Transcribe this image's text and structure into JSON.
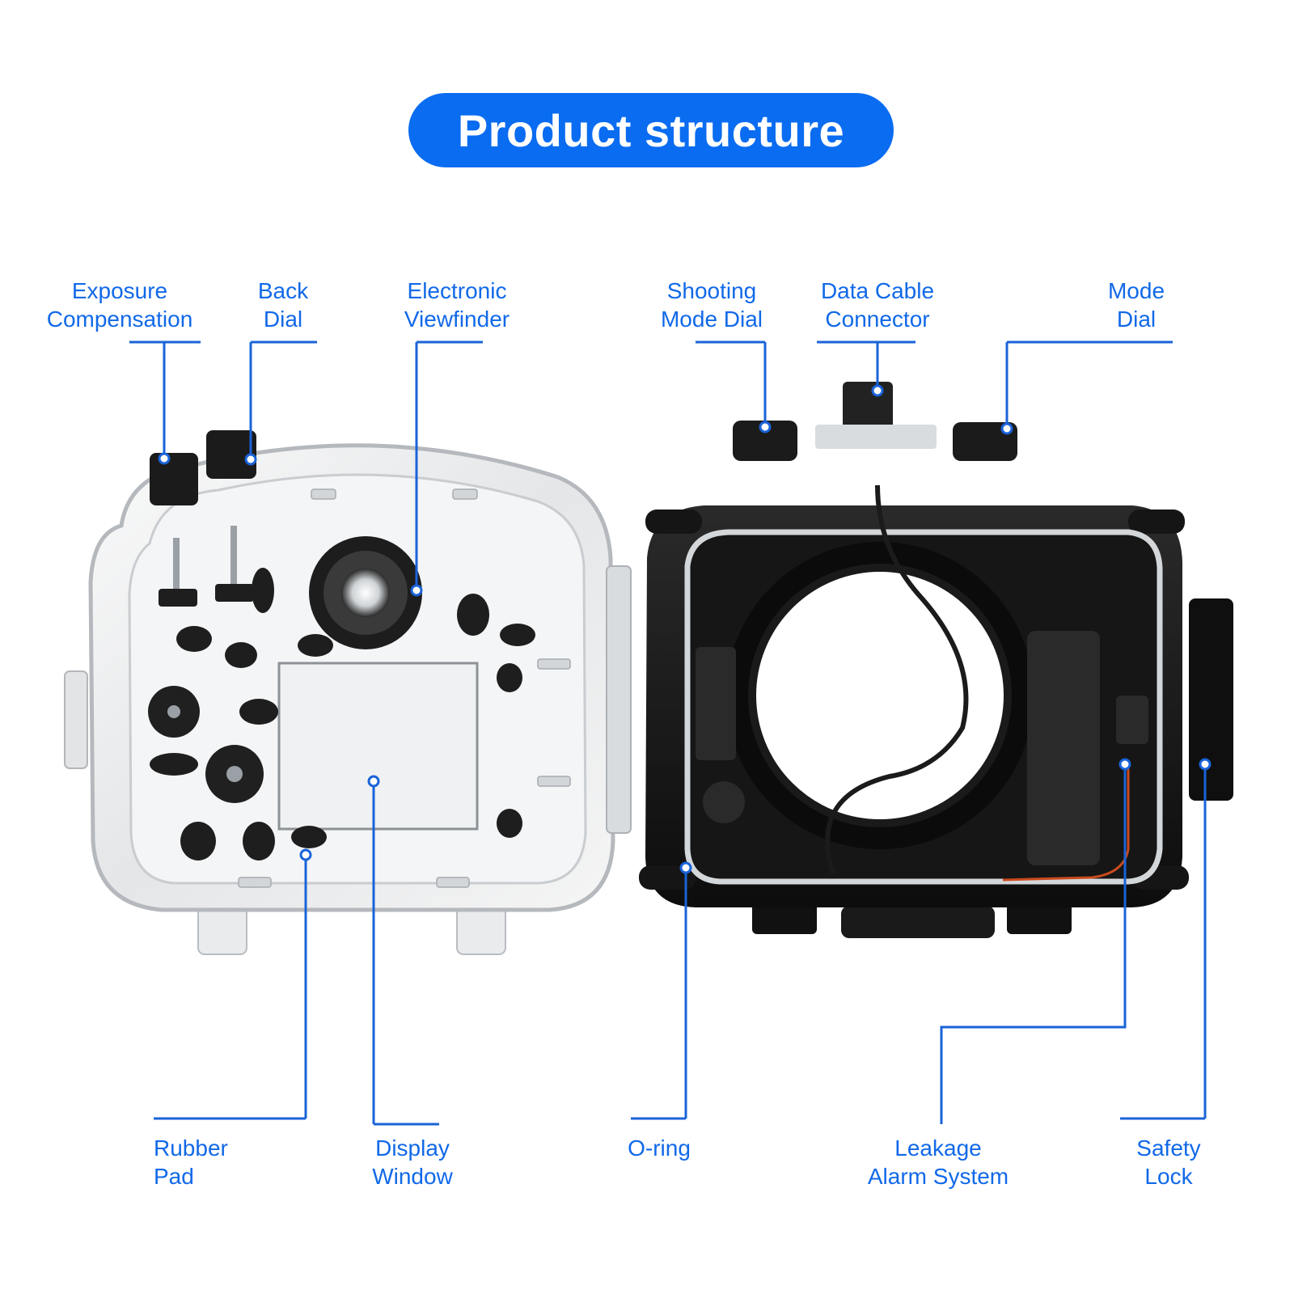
{
  "title": "Product structure",
  "colors": {
    "accent": "#0a6cf0",
    "label_text": "#1169e8",
    "leader_line": "#1a63d8"
  },
  "labels": {
    "exposure_compensation": {
      "line1": "Exposure",
      "line2": "Compensation"
    },
    "back_dial": {
      "line1": "Back",
      "line2": "Dial"
    },
    "electronic_viewfinder": {
      "line1": "Electronic",
      "line2": "Viewfinder"
    },
    "shooting_mode_dial": {
      "line1": "Shooting",
      "line2": "Mode Dial"
    },
    "data_cable_connector": {
      "line1": "Data Cable",
      "line2": "Connector"
    },
    "mode_dial": {
      "line1": "Mode",
      "line2": "Dial"
    },
    "rubber_pad": {
      "line1": "Rubber",
      "line2": "Pad"
    },
    "display_window": {
      "line1": "Display",
      "line2": "Window"
    },
    "o_ring": {
      "line1": "O-ring"
    },
    "leakage_alarm_system": {
      "line1": "Leakage",
      "line2": "Alarm System"
    },
    "safety_lock": {
      "line1": "Safety",
      "line2": "Lock"
    }
  }
}
